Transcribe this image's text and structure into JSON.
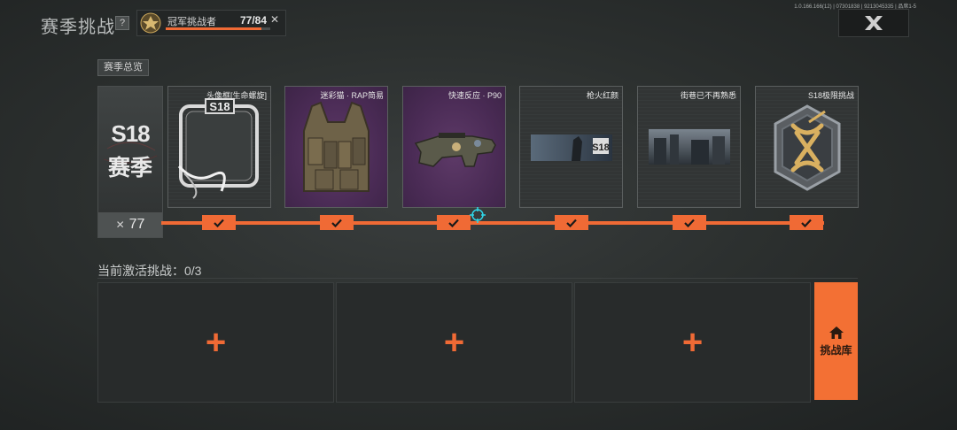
{
  "header": {
    "title": "赛季挑战",
    "help_label": "?",
    "rank": {
      "name": "冠军挑战者",
      "score": "77/84",
      "progress": 0.9167
    },
    "version": "1.0.166.166(12) | 07301838 | 9213045335 | 品席1-5"
  },
  "section": {
    "tab_label": "赛季总览"
  },
  "season": {
    "code": "S18",
    "label": "赛季",
    "count": "77"
  },
  "rewards": [
    {
      "name": "头像框[生命螺旋]",
      "bg": "gray"
    },
    {
      "name": "迷彩猫 · RAP简易",
      "bg": "purple"
    },
    {
      "name": "快速反应 · P90",
      "bg": "purple"
    },
    {
      "name": "枪火红颜",
      "bg": "gray"
    },
    {
      "name": "街巷已不再熟悉",
      "bg": "gray"
    },
    {
      "name": "S18极限挑战",
      "bg": "gray"
    }
  ],
  "active": {
    "label": "当前激活挑战：0/3",
    "slots": [
      "+",
      "+",
      "+"
    ],
    "library_label": "挑战库"
  },
  "colors": {
    "accent": "#f06a35",
    "purple": "#4a2b55"
  }
}
